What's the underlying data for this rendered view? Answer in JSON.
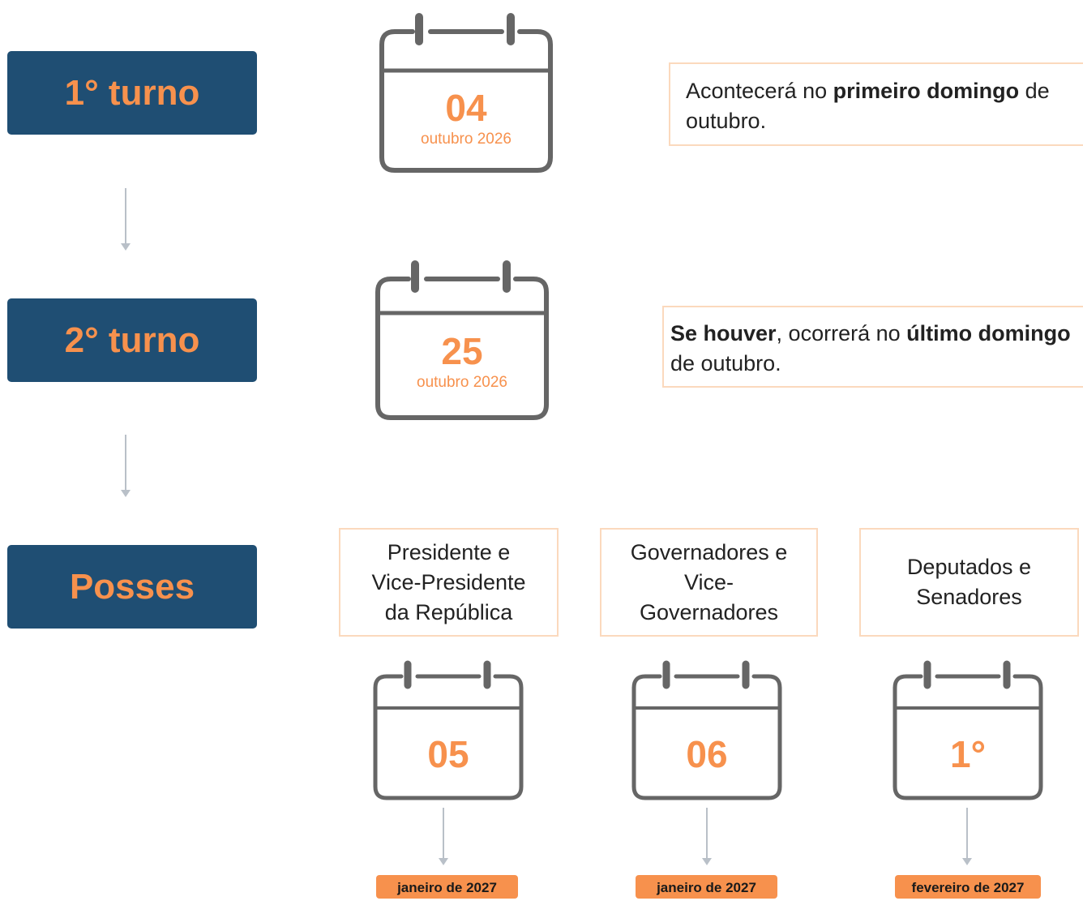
{
  "stages": {
    "first": "1° turno",
    "second": "2° turno",
    "posses": "Posses"
  },
  "round1": {
    "day": "04",
    "month_year": "outubro 2026",
    "note": {
      "prefix": "Acontecerá no ",
      "bold": "primeiro domingo",
      "suffix": " de outubro."
    }
  },
  "round2": {
    "day": "25",
    "month_year": "outubro 2026",
    "note": {
      "bold1": "Se houver",
      "mid": ", ocorrerá no ",
      "bold2": "último domingo",
      "suffix": " de outubro."
    }
  },
  "inaugurations": [
    {
      "role": "Presidente e Vice-Presidente da República",
      "day": "05",
      "date_badge": "janeiro de 2027"
    },
    {
      "role": "Governadores e Vice-Governadores",
      "day": "06",
      "date_badge": "janeiro de 2027"
    },
    {
      "role": "Deputados e Senadores",
      "day": "1°",
      "date_badge": "fevereiro de 2027"
    }
  ],
  "colors": {
    "stage_bg": "#1f4e73",
    "accent": "#f7914d",
    "calendar_stroke": "#666666",
    "note_border": "#fbd9bd",
    "arrow": "#b9c0c8"
  },
  "icons": [
    "calendar-icon",
    "arrow-down-icon"
  ]
}
